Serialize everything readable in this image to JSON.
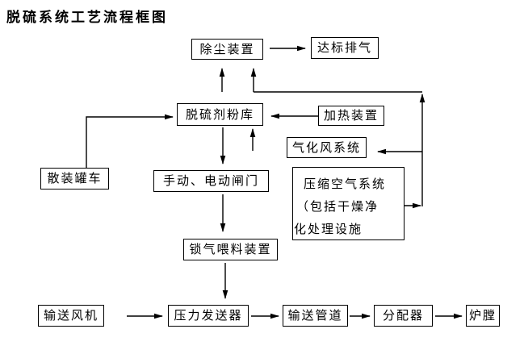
{
  "title": "脱硫系统工艺流程框图",
  "nodes": {
    "dust_collector": "除尘装置",
    "exhaust": "达标排气",
    "silo": "脱硫剂粉库",
    "heater": "加热装置",
    "gasification_air": "气化风系统",
    "compressed_air_lines": [
      "压缩空气系统",
      "（包括干燥净",
      "化处理设施"
    ],
    "tanker": "散装罐车",
    "gate": "手动、电动闸门",
    "feeder": "锁气喂料装置",
    "fan": "输送风机",
    "transmitter": "压力发送器",
    "pipeline": "输送管道",
    "distributor": "分配器",
    "furnace": "炉膛"
  },
  "colors": {
    "background": "#ffffff",
    "line": "#000000",
    "text": "#000000"
  }
}
